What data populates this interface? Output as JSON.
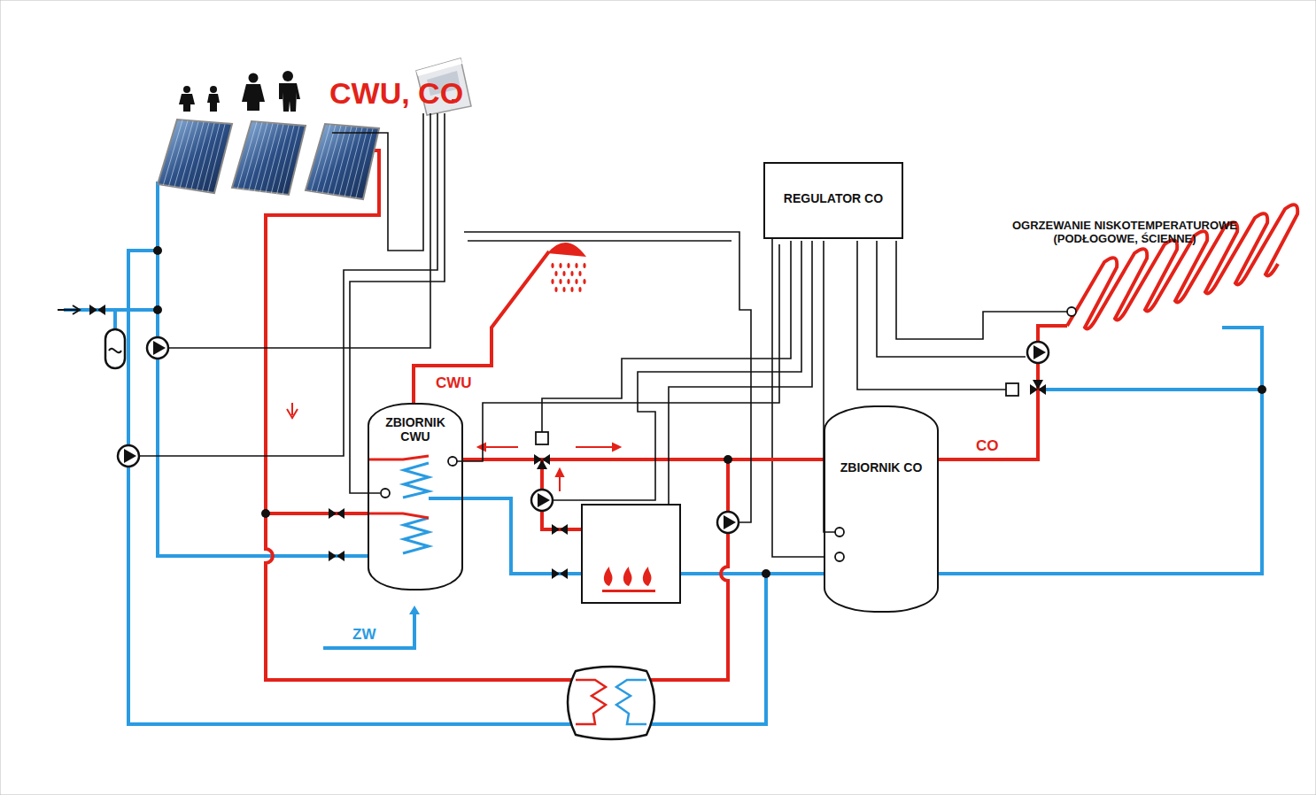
{
  "diagram": {
    "title": "CWU, CO",
    "nodes": [
      {
        "text": [
          "REGULATOR CO"
        ]
      },
      {
        "text": [
          "ZBIORNIK CWU"
        ]
      },
      {
        "text": [
          "ZBIORNIK CO"
        ]
      }
    ],
    "edges": [
      {
        "from": 0,
        "to": 2,
        "arrow": "none"
      },
      {
        "from": 1,
        "to": 2,
        "arrow": "none"
      }
    ],
    "labels": [
      "OGRZEWANIE NISKOTEMPERATUROWE (PODŁOGOWE, ŚCIENNE)",
      "CWU",
      "CO",
      "ZW"
    ]
  }
}
